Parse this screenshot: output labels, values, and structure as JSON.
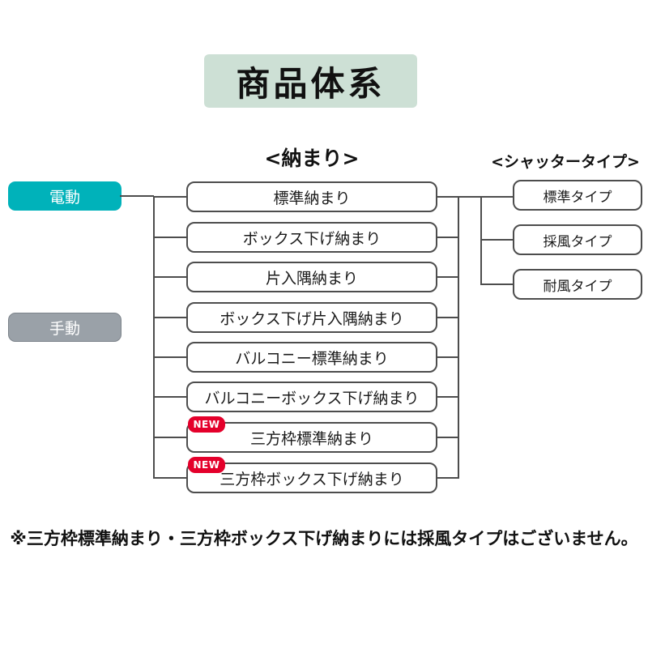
{
  "title": "商品体系",
  "headers": {
    "osamari": "<納まり>",
    "shutter_type": "<シャッタータイプ>"
  },
  "drives": [
    {
      "label": "電動"
    },
    {
      "label": "手動"
    }
  ],
  "osamari_items": [
    {
      "label": "標準納まり",
      "is_new": false
    },
    {
      "label": "ボックス下げ納まり",
      "is_new": false
    },
    {
      "label": "片入隅納まり",
      "is_new": false
    },
    {
      "label": "ボックス下げ片入隅納まり",
      "is_new": false
    },
    {
      "label": "バルコニー標準納まり",
      "is_new": false
    },
    {
      "label": "バルコニーボックス下げ納まり",
      "is_new": false
    },
    {
      "label": "三方枠標準納まり",
      "is_new": true
    },
    {
      "label": "三方枠ボックス下げ納まり",
      "is_new": true
    }
  ],
  "new_badge": "NEW",
  "shutter_types": [
    {
      "label": "標準タイプ"
    },
    {
      "label": "採風タイプ"
    },
    {
      "label": "耐風タイプ"
    }
  ],
  "footnote": "※三方枠標準納まり・三方枠ボックス下げ納まりには採風タイプはございません。",
  "colors": {
    "electric_button": "#00b2ba",
    "manual_button": "#9aa1a8",
    "new_badge": "#e4002b",
    "title_background": "#cde0d5",
    "connector_line": "#4d4d4d"
  }
}
